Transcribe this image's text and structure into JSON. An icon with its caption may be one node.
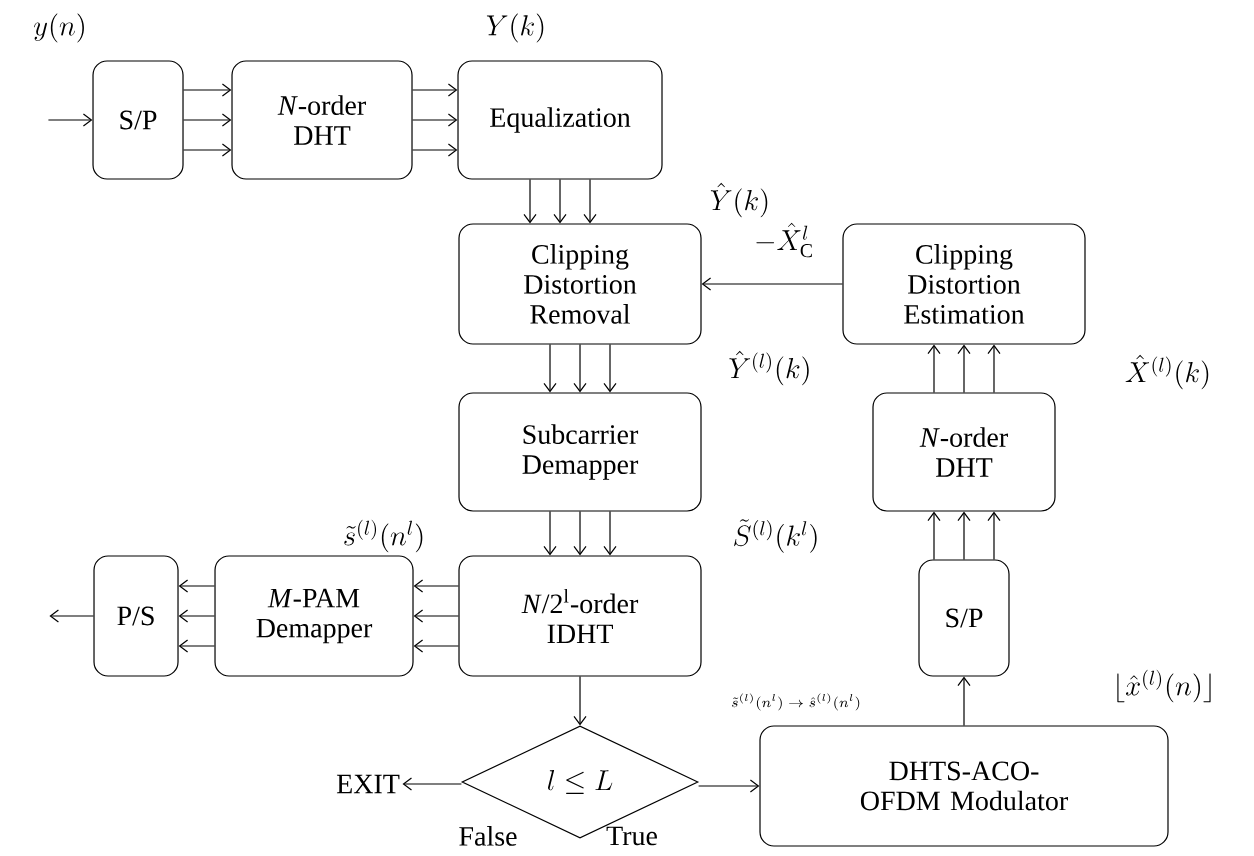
{
  "diagram": {
    "nodes": [
      {
        "text": [
          "S/P"
        ]
      },
      {
        "text": [
          "*N*-order DHT"
        ]
      },
      {
        "text": [
          "Equalization"
        ]
      },
      {
        "text": [
          "Clipping Distortion Removal"
        ]
      },
      {
        "text": [
          "Clipping Distortion Estimation"
        ]
      },
      {
        "text": [
          "Subcarrier Demapper"
        ]
      },
      {
        "text": [
          "*N*/2$^{l}$-order IDHT"
        ]
      },
      {
        "text": [
          "*M*-PAM Demapper"
        ]
      },
      {
        "text": [
          "P/S"
        ]
      },
      {
        "text": [
          "l \\le L"
        ]
      },
      {
        "text": [
          "DHTS-ACO-OFDM Modulator"
        ]
      },
      {
        "text": [
          "S/P"
        ]
      },
      {
        "text": [
          "*N*-order DHT"
        ]
      },
      {
        "text": [
          "EXIT"
        ]
      }
    ],
    "edges": [
      {
        "from": null,
        "to": 0,
        "arrow": "to"
      },
      {
        "from": 0,
        "to": 1,
        "arrow": "to"
      },
      {
        "from": 0,
        "to": 1,
        "arrow": "to"
      },
      {
        "from": 0,
        "to": 1,
        "arrow": "to"
      },
      {
        "from": 1,
        "to": 2,
        "arrow": "to"
      },
      {
        "from": 1,
        "to": 2,
        "arrow": "to"
      },
      {
        "from": 1,
        "to": 2,
        "arrow": "to"
      },
      {
        "from": 2,
        "to": 3,
        "arrow": "to"
      },
      {
        "from": 2,
        "to": 3,
        "arrow": "to"
      },
      {
        "from": 2,
        "to": 3,
        "arrow": "to"
      },
      {
        "from": 4,
        "to": 3,
        "arrow": "to"
      },
      {
        "from": 3,
        "to": 5,
        "arrow": "to"
      },
      {
        "from": 3,
        "to": 5,
        "arrow": "to"
      },
      {
        "from": 3,
        "to": 5,
        "arrow": "to"
      },
      {
        "from": 5,
        "to": 6,
        "arrow": "to"
      },
      {
        "from": 5,
        "to": 6,
        "arrow": "to"
      },
      {
        "from": 5,
        "to": 6,
        "arrow": "to"
      },
      {
        "from": 6,
        "to": 7,
        "arrow": "to"
      },
      {
        "from": 6,
        "to": 7,
        "arrow": "to"
      },
      {
        "from": 6,
        "to": 7,
        "arrow": "to"
      },
      {
        "from": 7,
        "to": 8,
        "arrow": "to"
      },
      {
        "from": 7,
        "to": 8,
        "arrow": "to"
      },
      {
        "from": 7,
        "to": 8,
        "arrow": "to"
      },
      {
        "from": 8,
        "to": null,
        "arrow": "to"
      },
      {
        "from": 6,
        "to": 9,
        "arrow": "to"
      },
      {
        "from": 9,
        "to": 13,
        "arrow": "to",
        "label": "False"
      },
      {
        "from": 9,
        "to": 10,
        "arrow": "to",
        "label": "True"
      },
      {
        "from": 10,
        "to": 11,
        "arrow": "to"
      },
      {
        "from": 11,
        "to": 12,
        "arrow": "to"
      },
      {
        "from": 11,
        "to": 12,
        "arrow": "to"
      },
      {
        "from": 11,
        "to": 12,
        "arrow": "to"
      },
      {
        "from": 12,
        "to": 4,
        "arrow": "to"
      },
      {
        "from": 12,
        "to": 4,
        "arrow": "to"
      },
      {
        "from": 12,
        "to": 4,
        "arrow": "to"
      }
    ],
    "labels": [
      "y(n)",
      "Y(k)",
      "\\hat{Y}(k)",
      "-\\hat{X}_{\\mathrm{C}}^{l}",
      "\\hat{Y}^{(l)}(k)",
      "\\hat{X}^{(l)}(k)",
      "\\tilde{S}^{(l)}(k^{l})",
      "\\tilde{s}^{(l)}(n^{l})",
      "\\tilde{s}^{(l)}(n^{l}) \\rightarrow \\hat{s}^{(l)}(n^{l})",
      "\\lfloor \\hat{x}^{(l)}(n) \\rfloor"
    ]
  }
}
